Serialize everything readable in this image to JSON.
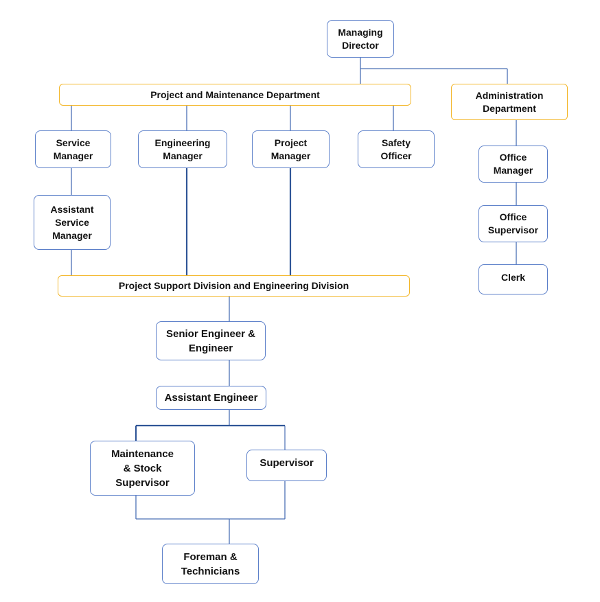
{
  "org_chart": {
    "managing_director": "Managing\nDirector",
    "project_maintenance_dept": "Project and Maintenance Department",
    "administration_dept": "Administration\nDepartment",
    "service_manager": "Service\nManager",
    "engineering_manager": "Engineering\nManager",
    "project_manager": "Project\nManager",
    "safety_officer": "Safety\nOfficer",
    "assistant_service_manager": "Assistant\nService\nManager",
    "office_manager": "Office\nManager",
    "office_supervisor": "Office\nSupervisor",
    "clerk": "Clerk",
    "project_support_division": "Project Support Division and Engineering Division",
    "senior_engineer": "Senior Engineer &\nEngineer",
    "assistant_engineer": "Assistant Engineer",
    "maintenance_stock_supervisor": "Maintenance\n& Stock\nSupervisor",
    "supervisor": "Supervisor",
    "foreman_technicians": "Foreman &\nTechnicians"
  },
  "colors": {
    "node_border": "#5b7fc9",
    "department_border": "#f3b72b",
    "connector": "#4a6fb5"
  }
}
